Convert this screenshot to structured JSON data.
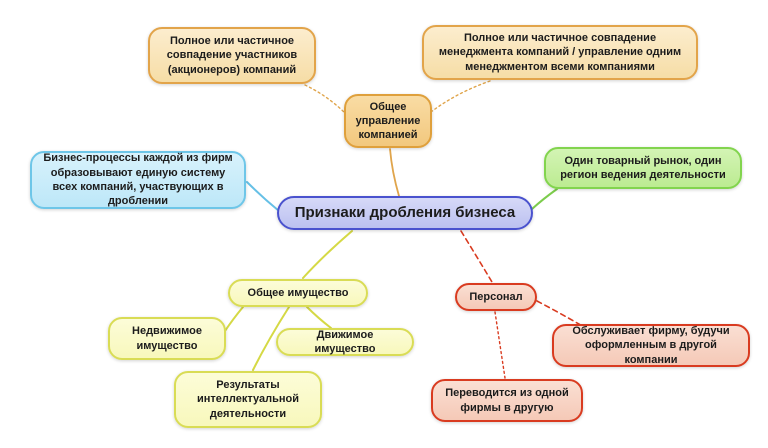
{
  "diagram": {
    "title": "Признаки дробления бизнеса",
    "nodes": {
      "root": {
        "label": "Признаки дробления бизнеса"
      },
      "common_management": {
        "label": "Общее управление компанией"
      },
      "shareholders_match": {
        "label": "Полное или частичное совпадение участников (акционеров) компаний"
      },
      "management_match": {
        "label": "Полное или частичное совпадение менеджмента компаний / управление одним менеджментом всеми компаниями"
      },
      "business_processes": {
        "label": "Бизнес-процессы каждой из фирм образовывают единую систему всех компаний, участвующих в дроблении"
      },
      "single_market": {
        "label": "Один товарный рынок, один регион ведения деятельности"
      },
      "common_property": {
        "label": "Общее имущество"
      },
      "real_estate": {
        "label": "Недвижимое имущество"
      },
      "movable_property": {
        "label": "Движимое имущество"
      },
      "intellectual_results": {
        "label": "Результаты интеллектуальной деятельности"
      },
      "personnel": {
        "label": "Персонал"
      },
      "serves_other_firm": {
        "label": "Обслуживает фирму, будучи оформленным в другой компании"
      },
      "transfers_between_firms": {
        "label": "Переводится из одной фирмы в другую"
      }
    },
    "edges": [
      {
        "from": "common_management",
        "to": "shareholders_match",
        "line": "dotted",
        "color": "#E0A54C"
      },
      {
        "from": "common_management",
        "to": "management_match",
        "line": "dotted",
        "color": "#E0A54C"
      },
      {
        "from": "root",
        "to": "common_management",
        "line": "solid",
        "color": "#E0A54C"
      },
      {
        "from": "root",
        "to": "business_processes",
        "line": "solid",
        "color": "#66C0E6"
      },
      {
        "from": "root",
        "to": "single_market",
        "line": "solid",
        "color": "#7CCC4C"
      },
      {
        "from": "root",
        "to": "common_property",
        "line": "solid",
        "color": "#D5D945"
      },
      {
        "from": "common_property",
        "to": "real_estate",
        "line": "solid",
        "color": "#D5D945"
      },
      {
        "from": "common_property",
        "to": "movable_property",
        "line": "solid",
        "color": "#D5D945"
      },
      {
        "from": "common_property",
        "to": "intellectual_results",
        "line": "solid",
        "color": "#D5D945"
      },
      {
        "from": "root",
        "to": "personnel",
        "line": "dashed",
        "color": "#D93B20"
      },
      {
        "from": "personnel",
        "to": "serves_other_firm",
        "line": "dashed",
        "color": "#D93B20"
      },
      {
        "from": "personnel",
        "to": "transfers_between_firms",
        "line": "dotted",
        "color": "#D93B20"
      }
    ],
    "palette": {
      "orange_border": "#E2A44A",
      "orange_fill": "#FAE6BE",
      "orange_fill_dark": "#F6D28E",
      "blue_border": "#6EC6E8",
      "blue_fill": "#C9ECFA",
      "green_border": "#82D44E",
      "green_fill": "#C6EFA2",
      "root_border": "#4A52CE",
      "root_fill": "#C9CDF4",
      "yellow_border": "#D9DC55",
      "yellow_fill": "#FBFBCC",
      "red_border": "#D93B20",
      "red_fill": "#F8D5C6"
    }
  }
}
